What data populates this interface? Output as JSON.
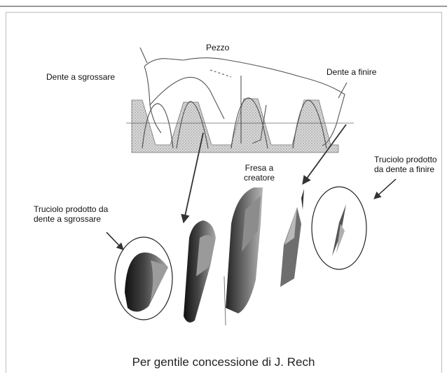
{
  "labels": {
    "pezzo": "Pezzo",
    "dente_sgrossare": "Dente a sgrossare",
    "dente_finire": "Dente a finire",
    "fresa_line1": "Fresa a",
    "fresa_line2": "creatore",
    "truciolo_finire_line1": "Truciolo prodotto",
    "truciolo_finire_line2": "da dente a finire",
    "truciolo_sgrossare_line1": "Truciolo prodotto da",
    "truciolo_sgrossare_line2": "dente a sgrossare"
  },
  "caption": "Per gentile concessione di J. Rech"
}
